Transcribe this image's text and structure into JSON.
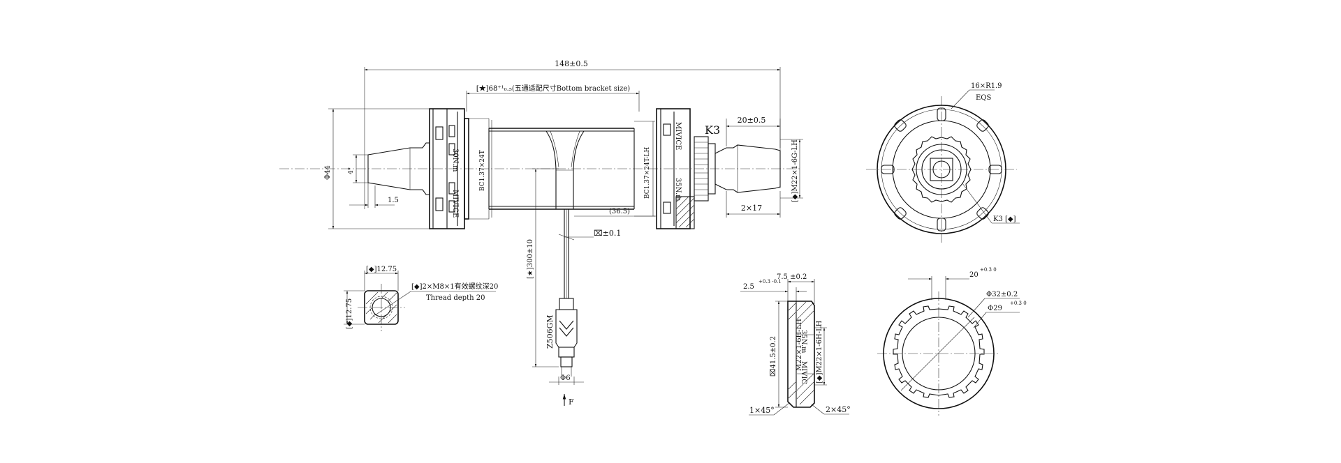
{
  "dims": {
    "overall_length": "148±0.5",
    "bb_size": "[★]68⁺¹₀.₅(五通适配尺寸Bottom bracket size)",
    "cup_thread_left": "BC1.37×24T",
    "cup_thread_right": "BC1.37×24T-LH",
    "torque_left": "30N.m",
    "brand_left": "MIVICE",
    "brand_right": "MIVICE",
    "torque_right": "35N.m",
    "right_offset": "(36.5)",
    "spindle_step": "20±0.5",
    "k3_label": "K3",
    "nut_thread": "[◆]M22×1-6G-LH",
    "spline_dim": "2×17",
    "diameter": "Φ44",
    "taper_angle": "4°",
    "taper_depth": "1.5",
    "cable_length": "[★]300±10",
    "flatness": "⌧±0.1",
    "connector_model": "Z506GM",
    "connector_dia": "Φ6",
    "force_label": "F"
  },
  "detail_square": {
    "width": "[◆]12.75",
    "height": "[◆]12.75",
    "thread_note": "[◆]2×M8×1有效螺纹深20",
    "thread_note_en": "Thread depth 20"
  },
  "detail_nut": {
    "thickness": "7.5 ±0.2",
    "step_label": "2.5",
    "step_tol": "+0.3 -0.1",
    "height": "⌧41.5±0.2",
    "torque": "35N.m",
    "brand": "MIVIC",
    "thread": "[◆]M22×1-6H-LH",
    "thread2": "M22×1-6H-LH",
    "chamfer_left": "1×45°",
    "chamfer_right": "2×45°"
  },
  "detail_top_end": {
    "radius_label": "16×R1.9",
    "eqs_label": "EQS",
    "k3_ref": "K3 [◆]"
  },
  "detail_lockring": {
    "slot_width": "20",
    "slot_tol": "+0.3 0",
    "outer_dia": "Φ32±0.2",
    "inner_dia": "Φ29",
    "inner_tol": "+0.3 0"
  }
}
